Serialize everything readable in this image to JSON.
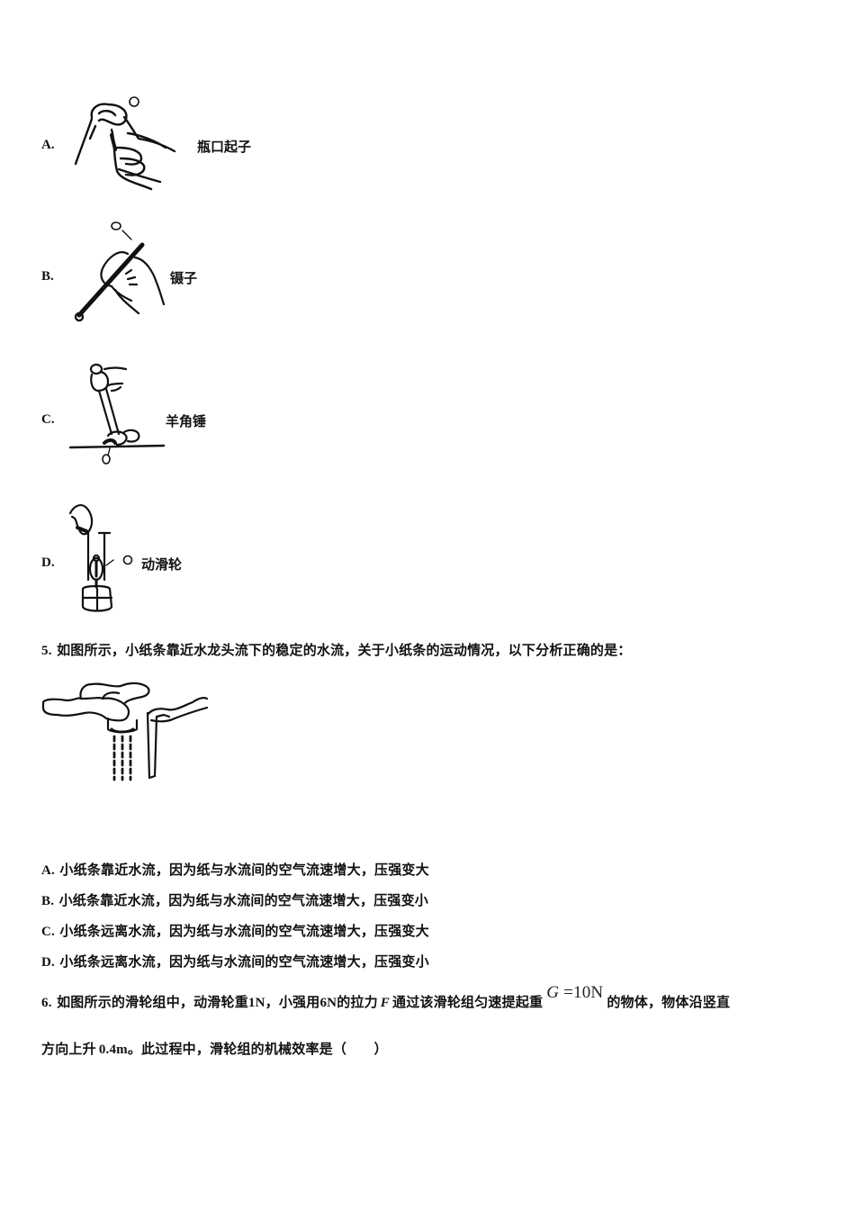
{
  "q4_options": [
    {
      "letter": "A.",
      "name": "瓶口起子",
      "figure": "bottle-opener-figure"
    },
    {
      "letter": "B.",
      "name": "镊子",
      "figure": "tweezers-figure"
    },
    {
      "letter": "C.",
      "name": "羊角锤",
      "figure": "claw-hammer-figure"
    },
    {
      "letter": "D.",
      "name": "动滑轮",
      "figure": "movable-pulley-figure"
    }
  ],
  "q5": {
    "number": "5.",
    "stem": "如图所示，小纸条靠近水龙头流下的稳定的水流，关于小纸条的运动情况，以下分析正确的是：",
    "figure": "faucet-paper-strip-figure",
    "options": [
      {
        "letter": "A.",
        "text": "小纸条靠近水流，因为纸与水流间的空气流速增大，压强变大"
      },
      {
        "letter": "B.",
        "text": "小纸条靠近水流，因为纸与水流间的空气流速增大，压强变小"
      },
      {
        "letter": "C.",
        "text": "小纸条远离水流，因为纸与水流间的空气流速增大，压强变大"
      },
      {
        "letter": "D.",
        "text": "小纸条远离水流，因为纸与水流间的空气流速增大，压强变小"
      }
    ]
  },
  "q6": {
    "number": "6.",
    "line1_part1": "如图所示的滑轮组中，动滑轮重",
    "pulley_weight": "1N",
    "line1_part2": "，小强用",
    "pull_force": "6N",
    "line1_part3": "的拉力",
    "force_symbol": "F",
    "line1_part4": "通过该滑轮组匀速提起重",
    "weight_symbol": "G",
    "weight_value": "=10N",
    "line1_part5": "的物体，物体沿竖直",
    "line2_part1": "方向上升",
    "distance": "0.4m",
    "line2_part2": "。此过程中，滑轮组的机械效率是（　　）"
  },
  "figure_labels": {
    "pivot": "O"
  }
}
